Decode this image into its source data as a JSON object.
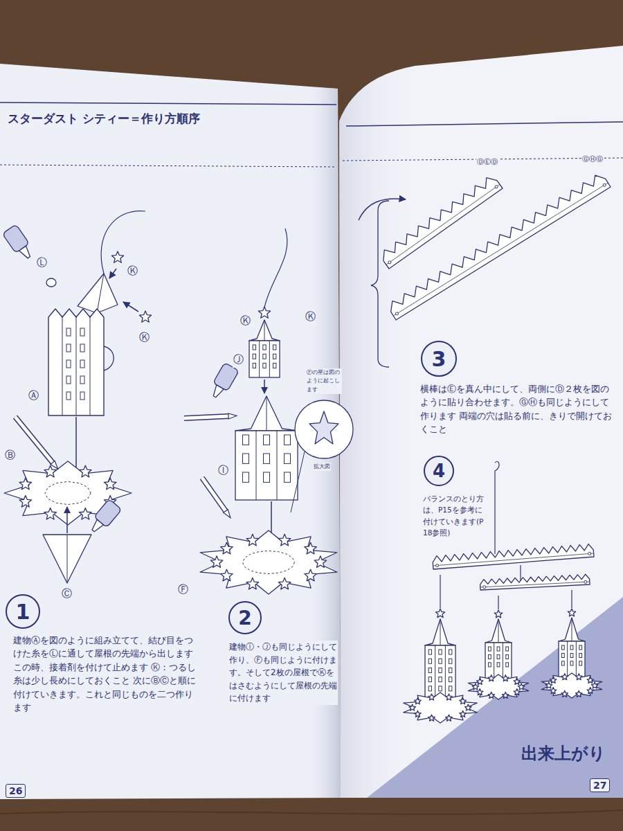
{
  "diagram": {
    "title": "スターダスト シティー＝作り方順序",
    "nodes": [
      {
        "text": [
          "1"
        ]
      },
      {
        "text": [
          "2"
        ]
      },
      {
        "text": [
          "3"
        ]
      },
      {
        "text": [
          "4"
        ]
      },
      {
        "text": [
          "26"
        ]
      },
      {
        "text": [
          "27"
        ]
      }
    ],
    "labels": [
      "Ⓛ",
      "Ⓚ",
      "Ⓚ",
      "Ⓐ",
      "Ⓑ",
      "Ⓒ",
      "Ⓚ",
      "Ⓚ",
      "Ⓙ",
      "Ⓘ",
      "Ⓕ",
      "Ⓕの星は図のように起こします",
      "拡大図",
      "ⒹⒺⒹ",
      "ⒼⒽⒼ",
      "建物Ⓐを図のように組み立てて、結び目をつけた糸をⓁに通して屋根の先端から出します この時、接着剤を付けて止めます Ⓚ：つるし糸は少し長めにしておくこと 次にⒷⒸと順に付けていきます。これと同じものを二つ作ります",
      "建物Ⓘ・Ⓙも同じようにして作り、Ⓕも同じように付けます。そして2枚の屋根でⓀをはさむようにして屋根の先端に付けます",
      "横棒はⒺを真ん中にして、両側にⒹ２枚を図のように貼り合わせます。ⒼⒽも同じようにして作ります 両端の穴は貼る前に、きりで開けておくこと",
      "バランスのとり方は、P15を参考に付けていきます(P18参照)",
      "出来上がり"
    ]
  }
}
